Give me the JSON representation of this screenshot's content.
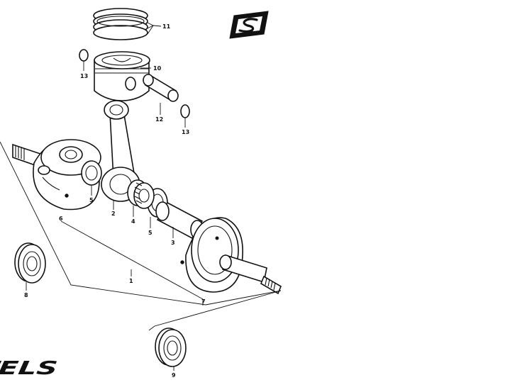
{
  "callouts": {
    "c1": "1",
    "c2": "2",
    "c3": "3",
    "c4": "4",
    "c5a": "5",
    "c5b": "5",
    "c6": "6",
    "c7": "7",
    "c8": "8",
    "c9": "9",
    "c10": "10",
    "c11": "11",
    "c12": "12",
    "c13a": "13",
    "c13b": "13"
  },
  "logos": {
    "brand": "STELS",
    "badge": "S"
  }
}
